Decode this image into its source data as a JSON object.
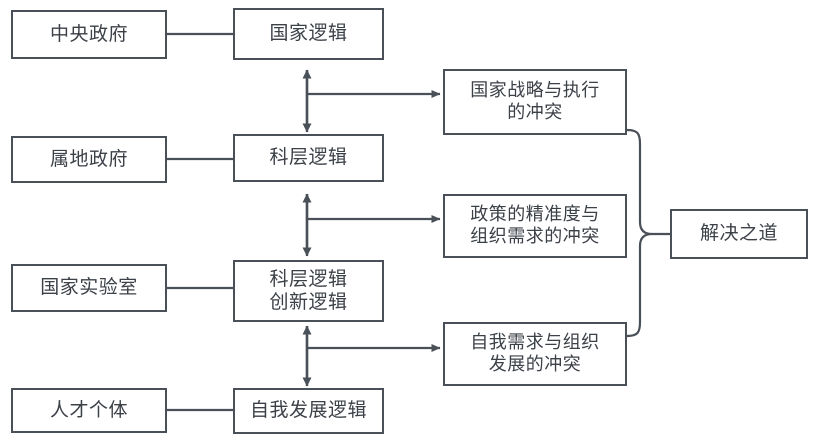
{
  "diagram": {
    "type": "flow-diagram",
    "title": "",
    "colors": {
      "box_border": "#4a5058",
      "connector": "#4a5058",
      "text": "#3c4148",
      "background": "#ffffff"
    },
    "actors": [
      {
        "id": "actor-1",
        "label": "中央政府"
      },
      {
        "id": "actor-2",
        "label": "属地政府"
      },
      {
        "id": "actor-3",
        "label": "国家实验室"
      },
      {
        "id": "actor-4",
        "label": "人才个体"
      }
    ],
    "logics": [
      {
        "id": "logic-1",
        "label": "国家逻辑"
      },
      {
        "id": "logic-2",
        "label": "科层逻辑"
      },
      {
        "id": "logic-3",
        "label": "科层逻辑\n创新逻辑"
      },
      {
        "id": "logic-4",
        "label": "自我发展逻辑"
      }
    ],
    "conflicts": [
      {
        "id": "conflict-1",
        "label": "国家战略与执行\n的冲突"
      },
      {
        "id": "conflict-2",
        "label": "政策的精准度与\n组织需求的冲突"
      },
      {
        "id": "conflict-3",
        "label": "自我需求与组织\n发展的冲突"
      }
    ],
    "resolution": {
      "id": "resolution",
      "label": "解决之道"
    },
    "edges": [
      {
        "from": "actor-1",
        "to": "logic-1",
        "kind": "plain-line"
      },
      {
        "from": "actor-2",
        "to": "logic-2",
        "kind": "plain-line"
      },
      {
        "from": "actor-3",
        "to": "logic-3",
        "kind": "plain-line"
      },
      {
        "from": "actor-4",
        "to": "logic-4",
        "kind": "plain-line"
      },
      {
        "from": "logic-1",
        "to": "logic-2",
        "kind": "double-arrow-vertical"
      },
      {
        "from": "logic-2",
        "to": "logic-3",
        "kind": "double-arrow-vertical"
      },
      {
        "from": "logic-3",
        "to": "logic-4",
        "kind": "double-arrow-vertical"
      },
      {
        "from": "logic-1|logic-2",
        "to": "conflict-1",
        "kind": "arrow-right"
      },
      {
        "from": "logic-2|logic-3",
        "to": "conflict-2",
        "kind": "arrow-right"
      },
      {
        "from": "logic-3|logic-4",
        "to": "conflict-3",
        "kind": "arrow-right"
      },
      {
        "from": "conflict-1,conflict-2,conflict-3",
        "to": "resolution",
        "kind": "curly-brace"
      }
    ]
  }
}
